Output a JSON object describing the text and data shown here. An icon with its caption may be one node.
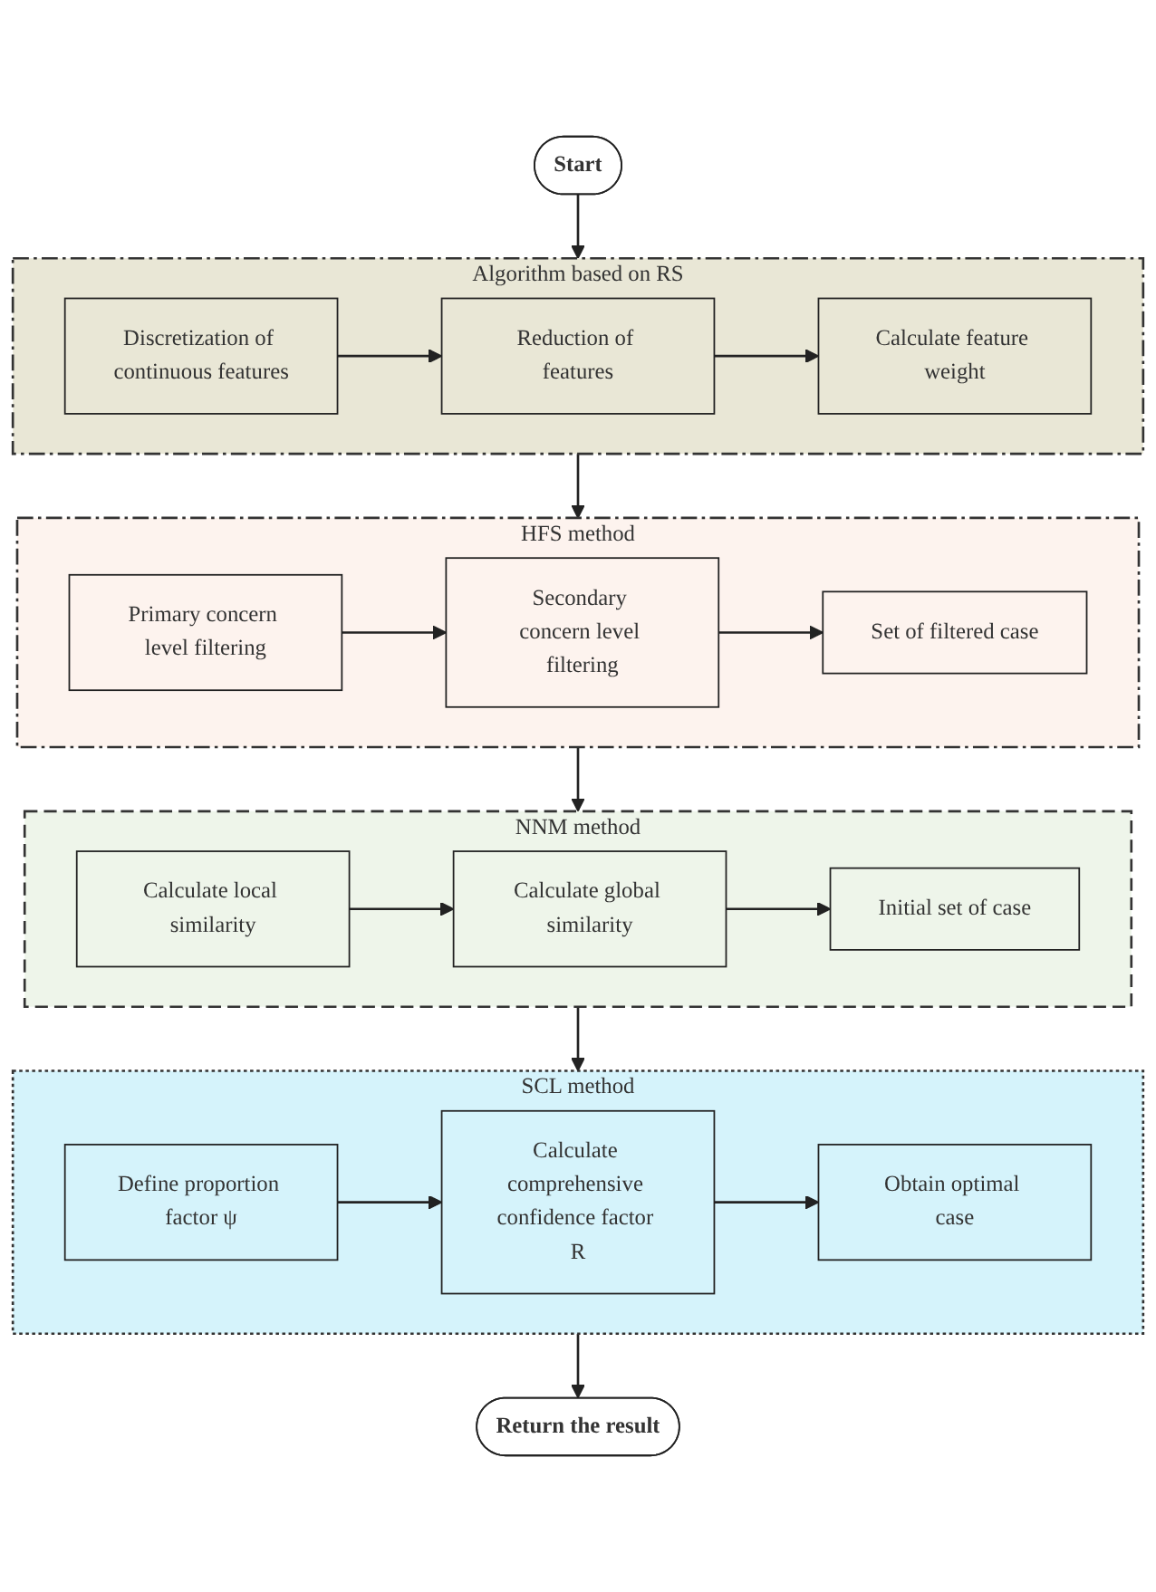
{
  "diagram": {
    "nodes": [
      {
        "text": [
          "Start"
        ]
      },
      {
        "text": [
          "Algorithm based on RS"
        ]
      },
      {
        "text": [
          "Discretization of continuous features"
        ],
        "in": 1
      },
      {
        "text": [
          "Reduction of features"
        ],
        "in": 1
      },
      {
        "text": [
          "Calculate feature weight"
        ],
        "in": 1
      },
      {
        "text": [
          "HFS method"
        ]
      },
      {
        "text": [
          "Primary concern level filtering"
        ],
        "in": 5
      },
      {
        "text": [
          "Secondary concern level filtering"
        ],
        "in": 5
      },
      {
        "text": [
          "Set of filtered case"
        ],
        "in": 5
      },
      {
        "text": [
          "NNM method"
        ]
      },
      {
        "text": [
          "Calculate local similarity"
        ],
        "in": 9
      },
      {
        "text": [
          "Calculate global similarity"
        ],
        "in": 9
      },
      {
        "text": [
          "Initial set of case"
        ],
        "in": 9
      },
      {
        "text": [
          "SCL method"
        ]
      },
      {
        "text": [
          "Define proportion factor ψ"
        ],
        "in": 13
      },
      {
        "text": [
          "Calculate comprehensive confidence factor R"
        ],
        "in": 13
      },
      {
        "text": [
          "Obtain optimal case"
        ],
        "in": 13
      },
      {
        "text": [
          "Return the result"
        ]
      }
    ],
    "edges": [
      {
        "from": 0,
        "to": 1,
        "arrow": "to"
      },
      {
        "from": 2,
        "to": 3,
        "arrow": "to"
      },
      {
        "from": 3,
        "to": 4,
        "arrow": "to"
      },
      {
        "from": 1,
        "to": 5,
        "arrow": "to"
      },
      {
        "from": 6,
        "to": 7,
        "arrow": "to"
      },
      {
        "from": 7,
        "to": 8,
        "arrow": "to"
      },
      {
        "from": 5,
        "to": 9,
        "arrow": "to"
      },
      {
        "from": 10,
        "to": 11,
        "arrow": "to"
      },
      {
        "from": 11,
        "to": 12,
        "arrow": "to"
      },
      {
        "from": 9,
        "to": 13,
        "arrow": "to"
      },
      {
        "from": 14,
        "to": 15,
        "arrow": "to"
      },
      {
        "from": 15,
        "to": 16,
        "arrow": "to"
      },
      {
        "from": 13,
        "to": 17,
        "arrow": "to"
      }
    ]
  }
}
